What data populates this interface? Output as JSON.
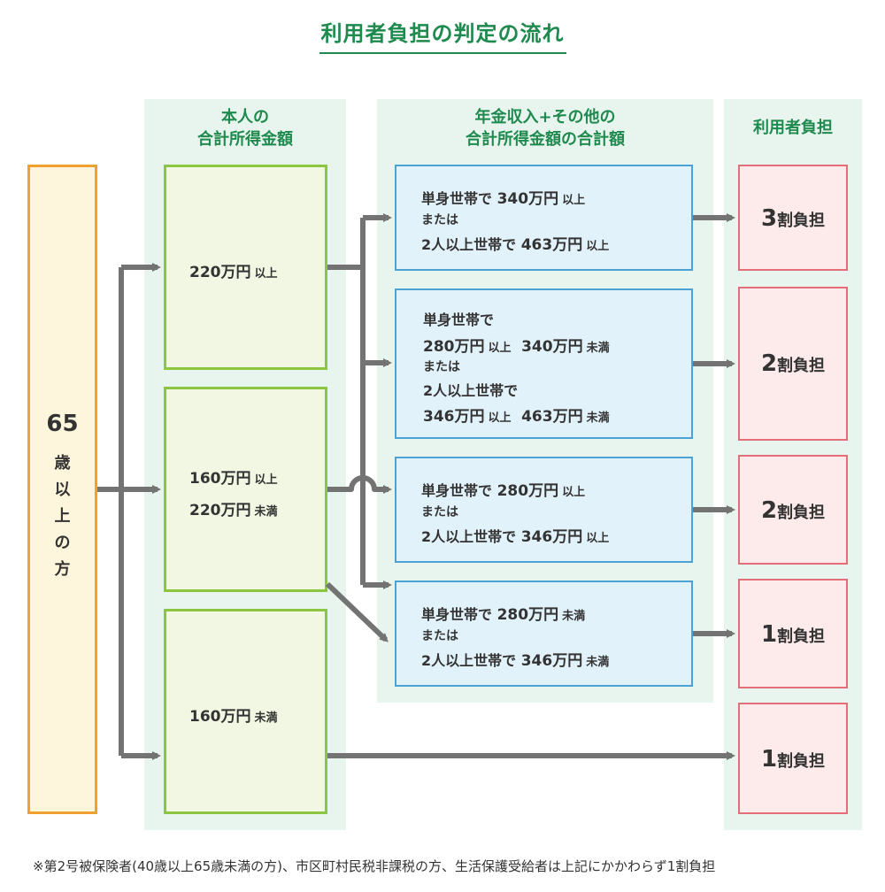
{
  "title": "利用者負担の判定の流れ",
  "columns": {
    "income_line1": "本人の",
    "income_line2": "合計所得金額",
    "pension_line1": "年金収入+その他の",
    "pension_line2": "合計所得金額の合計額",
    "burden": "利用者負担"
  },
  "age": {
    "number": "65",
    "chars": [
      "歳",
      "以",
      "上",
      "の",
      "方"
    ]
  },
  "income_boxes": [
    {
      "lines": [
        {
          "amount": "220万円",
          "suffix": "以上"
        }
      ]
    },
    {
      "lines": [
        {
          "amount": "160万円",
          "suffix": "以上"
        },
        {
          "amount": "220万円",
          "suffix": "未満"
        }
      ]
    },
    {
      "lines": [
        {
          "amount": "160万円",
          "suffix": "未満"
        }
      ]
    }
  ],
  "pension_boxes": [
    {
      "single_label": "単身世帯で",
      "single_amount": "340万円",
      "single_suffix": "以上",
      "or": "または",
      "multi_label": "2人以上世帯で",
      "multi_amount": "463万円",
      "multi_suffix": "以上"
    },
    {
      "single_label": "単身世帯で",
      "single_amount_a": "280万円",
      "single_suffix_a": "以上",
      "single_amount_b": "340万円",
      "single_suffix_b": "未満",
      "or": "または",
      "multi_label": "2人以上世帯で",
      "multi_amount_a": "346万円",
      "multi_suffix_a": "以上",
      "multi_amount_b": "463万円",
      "multi_suffix_b": "未満"
    },
    {
      "single_label": "単身世帯で",
      "single_amount": "280万円",
      "single_suffix": "以上",
      "or": "または",
      "multi_label": "2人以上世帯で",
      "multi_amount": "346万円",
      "multi_suffix": "以上"
    },
    {
      "single_label": "単身世帯で",
      "single_amount": "280万円",
      "single_suffix": "未満",
      "or": "または",
      "multi_label": "2人以上世帯で",
      "multi_amount": "346万円",
      "multi_suffix": "未満"
    }
  ],
  "burdens": [
    {
      "num": "3",
      "text": "割負担"
    },
    {
      "num": "2",
      "text": "割負担"
    },
    {
      "num": "2",
      "text": "割負担"
    },
    {
      "num": "1",
      "text": "割負担"
    },
    {
      "num": "1",
      "text": "割負担"
    }
  ],
  "note": "※第2号被保険者(40歳以上65歳未満の方)、市区町村民税非課税の方、生活保護受給者は上記にかかわらず1割負担",
  "colors": {
    "green": "#1e8a4e",
    "orange": "#f0a030",
    "lime": "#8cc63e",
    "blue": "#4aa3d4",
    "pink": "#e36d78",
    "arrow": "#737373"
  }
}
